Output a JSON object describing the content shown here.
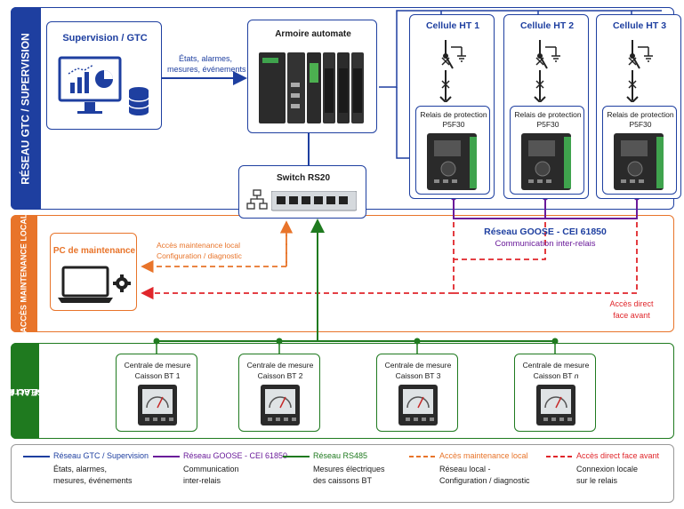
{
  "colors": {
    "gtc": "#1e3fa0",
    "goose": "#6a1b9a",
    "rs485": "#1f7a1f",
    "maint": "#e8742a",
    "direct": "#e0262b"
  },
  "zones": {
    "gtc": "RÉSEAU GTC / SUPERVISION",
    "maint": "ACCÈS MAINTENANCE LOCAL",
    "rs485_1": "RÉSEAU RS485",
    "rs485_2": "MESURES ÉLECTRIQUES"
  },
  "supervision": {
    "title": "Supervision / GTC",
    "icons": [
      "monitor-icon",
      "pie-chart-icon",
      "database-icon"
    ]
  },
  "link_label": {
    "l1": "États, alarmes,",
    "l2": "mesures, événements"
  },
  "armoire": {
    "title": "Armoire automate"
  },
  "switch": {
    "title": "Switch RS20"
  },
  "cellules": [
    {
      "title": "Cellule HT 1",
      "relay_l1": "Relais de protection",
      "relay_l2": "P5F30"
    },
    {
      "title": "Cellule HT 2",
      "relay_l1": "Relais de protection",
      "relay_l2": "P5F30"
    },
    {
      "title": "Cellule HT 3",
      "relay_l1": "Relais de protection",
      "relay_l2": "P5F30"
    }
  ],
  "goose": {
    "title": "Réseau GOOSE - CEI 61850",
    "subtitle": "Communication inter-relais"
  },
  "pc": {
    "title": "PC de maintenance"
  },
  "maint_label": {
    "l1": "Accès maintenance local",
    "l2": "Configuration / diagnostic"
  },
  "direct_label": {
    "l1": "Accès direct",
    "l2": "face avant"
  },
  "centrales": [
    {
      "l1": "Centrale de mesure",
      "l2": "Caisson BT 1"
    },
    {
      "l1": "Centrale de mesure",
      "l2": "Caisson BT 2"
    },
    {
      "l1": "Centrale de mesure",
      "l2": "Caisson BT 3"
    },
    {
      "l1": "Centrale de mesure",
      "l2a": "Caisson BT ",
      "l2b": "n"
    }
  ],
  "legend": [
    {
      "title": "Réseau GTC / Supervision",
      "l1": "États, alarmes,",
      "l2": "mesures, événements"
    },
    {
      "title": "Réseau GOOSE - CEI 61850",
      "l1": "Communication",
      "l2": "inter-relais"
    },
    {
      "title": "Réseau RS485",
      "l1": "Mesures électriques",
      "l2": "des caissons BT"
    },
    {
      "title": "Accès maintenance local",
      "l1": "Réseau local -",
      "l2": "Configuration / diagnostic"
    },
    {
      "title": "Accès direct face avant",
      "l1": "Connexion locale",
      "l2": "sur le relais"
    }
  ]
}
